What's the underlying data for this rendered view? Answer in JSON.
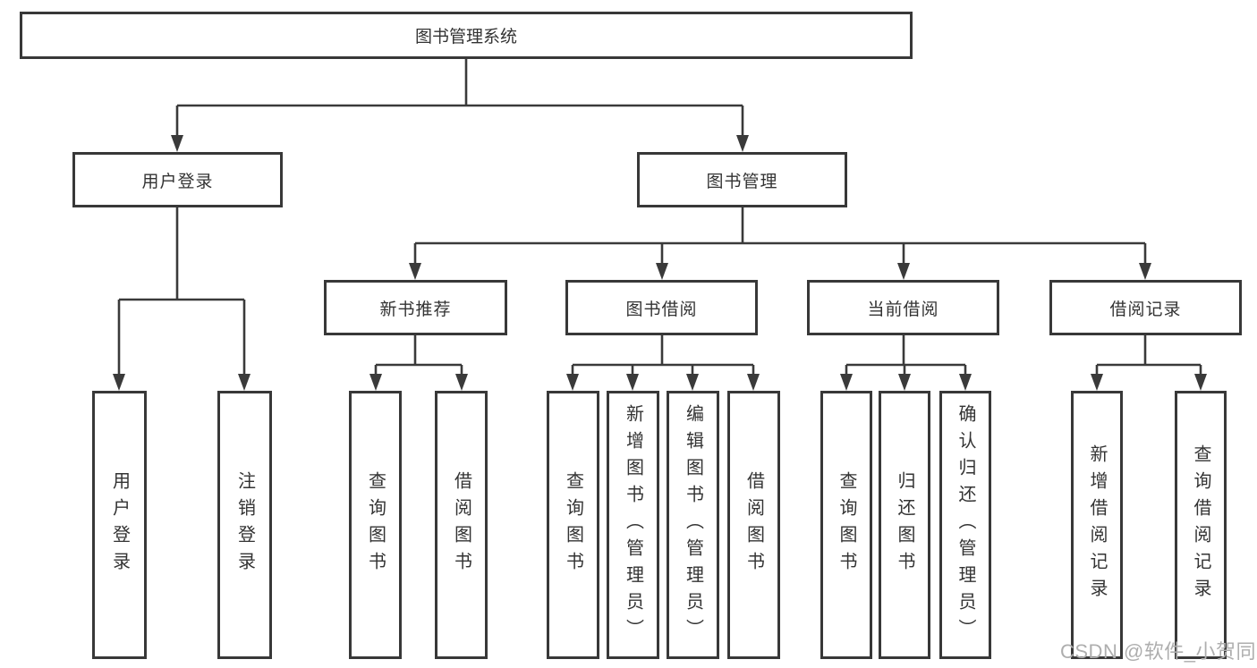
{
  "title": "图书管理系统",
  "tree": {
    "root": {
      "label": "图书管理系统"
    },
    "branches": [
      {
        "label": "用户登录",
        "children": [
          {
            "label": "用户登录"
          },
          {
            "label": "注销登录"
          }
        ]
      },
      {
        "label": "图书管理",
        "children": [
          {
            "label": "新书推荐",
            "children": [
              {
                "label": "查询图书"
              },
              {
                "label": "借阅图书"
              }
            ]
          },
          {
            "label": "图书借阅",
            "children": [
              {
                "label": "查询图书"
              },
              {
                "label": "新增图书（管理员）"
              },
              {
                "label": "编辑图书（管理员）"
              },
              {
                "label": "借阅图书"
              }
            ]
          },
          {
            "label": "当前借阅",
            "children": [
              {
                "label": "查询图书"
              },
              {
                "label": "归还图书"
              },
              {
                "label": "确认归还（管理员）"
              }
            ]
          },
          {
            "label": "借阅记录",
            "children": [
              {
                "label": "新增借阅记录"
              },
              {
                "label": "查询借阅记录"
              }
            ]
          }
        ]
      }
    ]
  },
  "watermark": {
    "text": "CSDN @软件_小贺同学"
  },
  "colors": {
    "line": "#3a3a3a",
    "box_border": "#383838",
    "text": "#333333",
    "watermark": "#aeaeae",
    "background": "#ffffff"
  }
}
